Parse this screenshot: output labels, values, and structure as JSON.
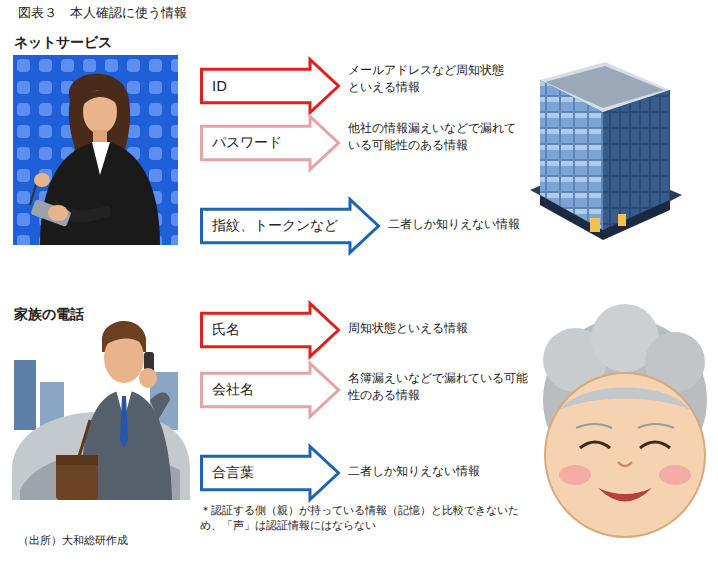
{
  "diagram": {
    "title": "図表３　本人確認に使う情報",
    "caption": "（出所）大和総研作成",
    "nodes": [
      {
        "text": [
          "ID"
        ]
      },
      {
        "text": [
          "パスワード"
        ]
      },
      {
        "text": [
          "指紋、トークンなど"
        ]
      },
      {
        "text": [
          "氏名"
        ]
      },
      {
        "text": [
          "会社名"
        ]
      },
      {
        "text": [
          "合言葉"
        ]
      }
    ],
    "labels": [
      "ネットサービス",
      "メールアドレスなど周知状態といえる情報",
      "他社の情報漏えいなどで漏れている可能性のある情報",
      "二者しか知りえない情報",
      "家族の電話",
      "周知状態といえる情報",
      "名簿漏えいなどで漏れている可能性のある情報",
      "二者しか知りえない情報",
      "＊認証する側（親）が持っている情報（記憶）と比較できないため、「声」は認証情報にはならない"
    ]
  }
}
